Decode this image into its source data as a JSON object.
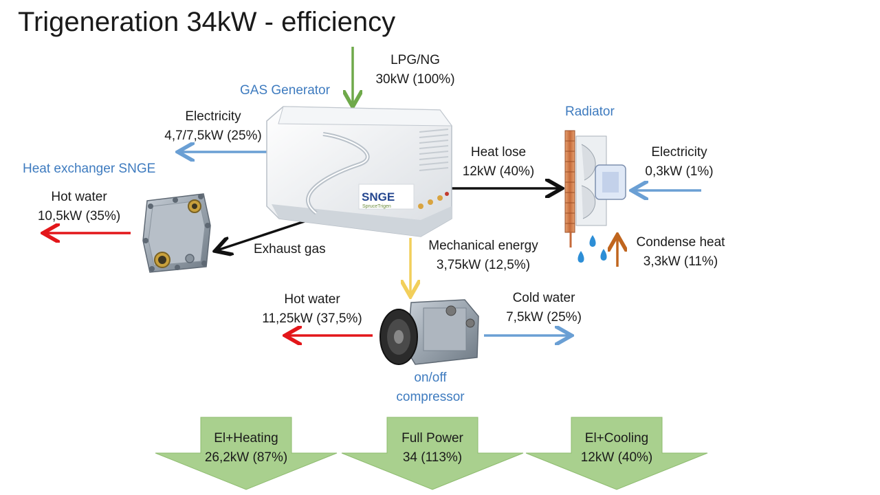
{
  "title": "Trigeneration 34kW - efficiency",
  "colors": {
    "fuel_arrow": "#6fa94a",
    "electric_arrow": "#6a9fd4",
    "heat_arrow": "#e3161a",
    "neutral_arrow": "#111111",
    "mechanical_arrow": "#f2cf5b",
    "condense_arrow": "#c0651e",
    "label_blue": "#3e7bbf",
    "summary_fill": "#a9d08e",
    "summary_stroke": "#8dbb6e"
  },
  "components": {
    "gas_generator": "GAS Generator",
    "radiator": "Radiator",
    "heat_exchanger": "Heat exchanger SNGE",
    "compressor_line1": "on/off",
    "compressor_line2": "compressor",
    "generator_brand": "SNGE",
    "generator_sub": "SpruceTrigen"
  },
  "flows": {
    "fuel": {
      "name": "LPG/NG",
      "value": "30kW (100%)"
    },
    "electricity_out": {
      "name": "Electricity",
      "value": "4,7/7,5kW (25%)"
    },
    "heat_lose": {
      "name": "Heat lose",
      "value": "12kW (40%)"
    },
    "radiator_electricity": {
      "name": "Electricity",
      "value": "0,3kW (1%)"
    },
    "exchanger_hot_water": {
      "name": "Hot water",
      "value": "10,5kW (35%)"
    },
    "exhaust": {
      "name": "Exhaust gas"
    },
    "mechanical": {
      "name": "Mechanical energy",
      "value": "3,75kW (12,5%)"
    },
    "condense_heat": {
      "name": "Condense heat",
      "value": "3,3kW (11%)"
    },
    "compressor_hot_water": {
      "name": "Hot water",
      "value": "11,25kW (37,5%)"
    },
    "cold_water": {
      "name": "Cold water",
      "value": "7,5kW (25%)"
    }
  },
  "summary": [
    {
      "label": "El+Heating",
      "value": "26,2kW (87%)"
    },
    {
      "label": "Full Power",
      "value": "34 (113%)"
    },
    {
      "label": "El+Cooling",
      "value": "12kW (40%)"
    }
  ]
}
